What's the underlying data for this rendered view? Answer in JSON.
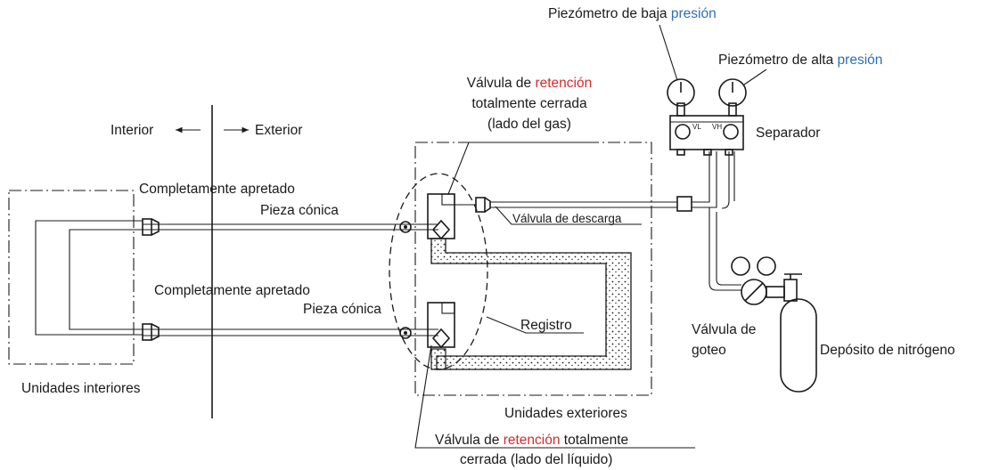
{
  "labels": {
    "low_gauge_prefix": "Piezómetro de baja ",
    "low_gauge_word": "presión",
    "high_gauge_prefix": "Piezómetro de alta ",
    "high_gauge_word": "presión",
    "separator": "Separador",
    "vl": "VL",
    "vh": "VH",
    "gas_valve_line1_prefix": "Válvula de ",
    "gas_valve_line1_word": "retención",
    "gas_valve_line2": "totalmente cerrada",
    "gas_valve_line3": "(lado del gas)",
    "interior": "Interior",
    "exterior": "Exterior",
    "tightened_top": "Completamente apretado",
    "flare_top": "Pieza cónica",
    "discharge_valve": "Válvula de descarga",
    "tightened_bottom": "Completamente apretado",
    "flare_bottom": "Pieza cónica",
    "register": "Registro",
    "drip_valve_line1": "Válvula de",
    "drip_valve_line2": "goteo",
    "nitrogen_tank": "Depósito de nitrógeno",
    "indoor_units": "Unidades interiores",
    "outdoor_units": "Unidades exteriores",
    "liquid_valve_line1_prefix": "Válvula de ",
    "liquid_valve_line1_word": "retención",
    "liquid_valve_line1_suffix": " totalmente",
    "liquid_valve_line2": "cerrada (lado del líquido)"
  },
  "colors": {
    "highlight_blue": "#2f6fb3",
    "highlight_red": "#d42a2a",
    "line": "#1a1a1a"
  }
}
